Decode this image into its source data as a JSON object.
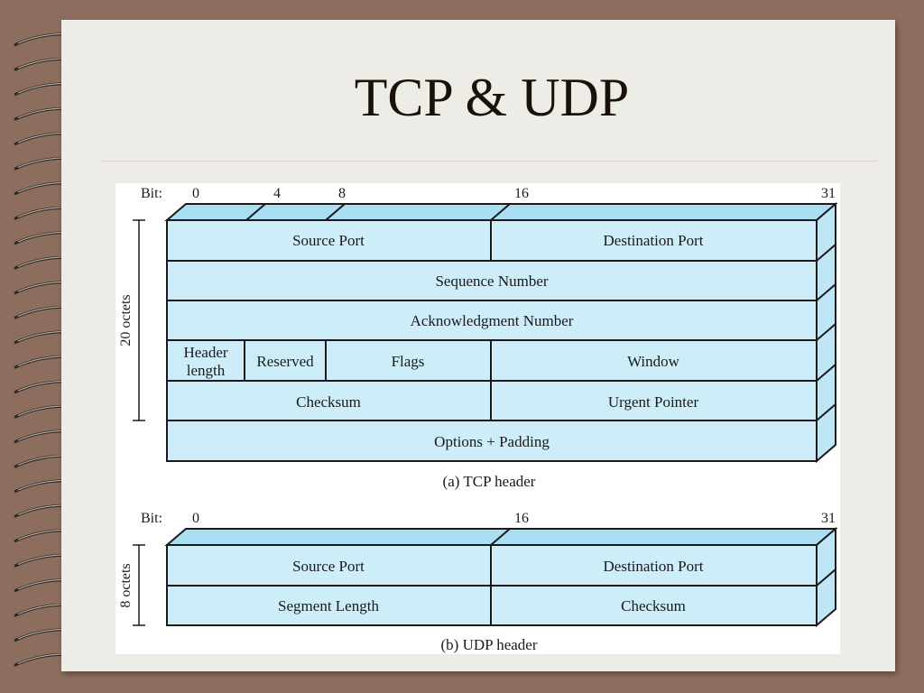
{
  "slide": {
    "title": "TCP & UDP",
    "colors": {
      "background": "#8d6e5e",
      "paper": "#eeece6",
      "field_fill": "#cdeef8",
      "top_face": "#a9def3",
      "side_face": "#bfe6f4",
      "outline": "#1a1a1a"
    }
  },
  "tcp": {
    "bit_label": "Bit:",
    "bit_marks": [
      "0",
      "4",
      "8",
      "16",
      "31"
    ],
    "size_label": "20 octets",
    "caption": "(a) TCP header",
    "fields": {
      "source_port": "Source Port",
      "destination_port": "Destination Port",
      "sequence_number": "Sequence Number",
      "acknowledgment_number": "Acknowledgment Number",
      "header_length_line1": "Header",
      "header_length_line2": "length",
      "reserved": "Reserved",
      "flags": "Flags",
      "window": "Window",
      "checksum": "Checksum",
      "urgent_pointer": "Urgent Pointer",
      "options_padding": "Options + Padding"
    }
  },
  "udp": {
    "bit_label": "Bit:",
    "bit_marks": [
      "0",
      "16",
      "31"
    ],
    "size_label": "8 octets",
    "caption": "(b) UDP header",
    "fields": {
      "source_port": "Source Port",
      "destination_port": "Destination Port",
      "segment_length": "Segment Length",
      "checksum": "Checksum"
    }
  }
}
